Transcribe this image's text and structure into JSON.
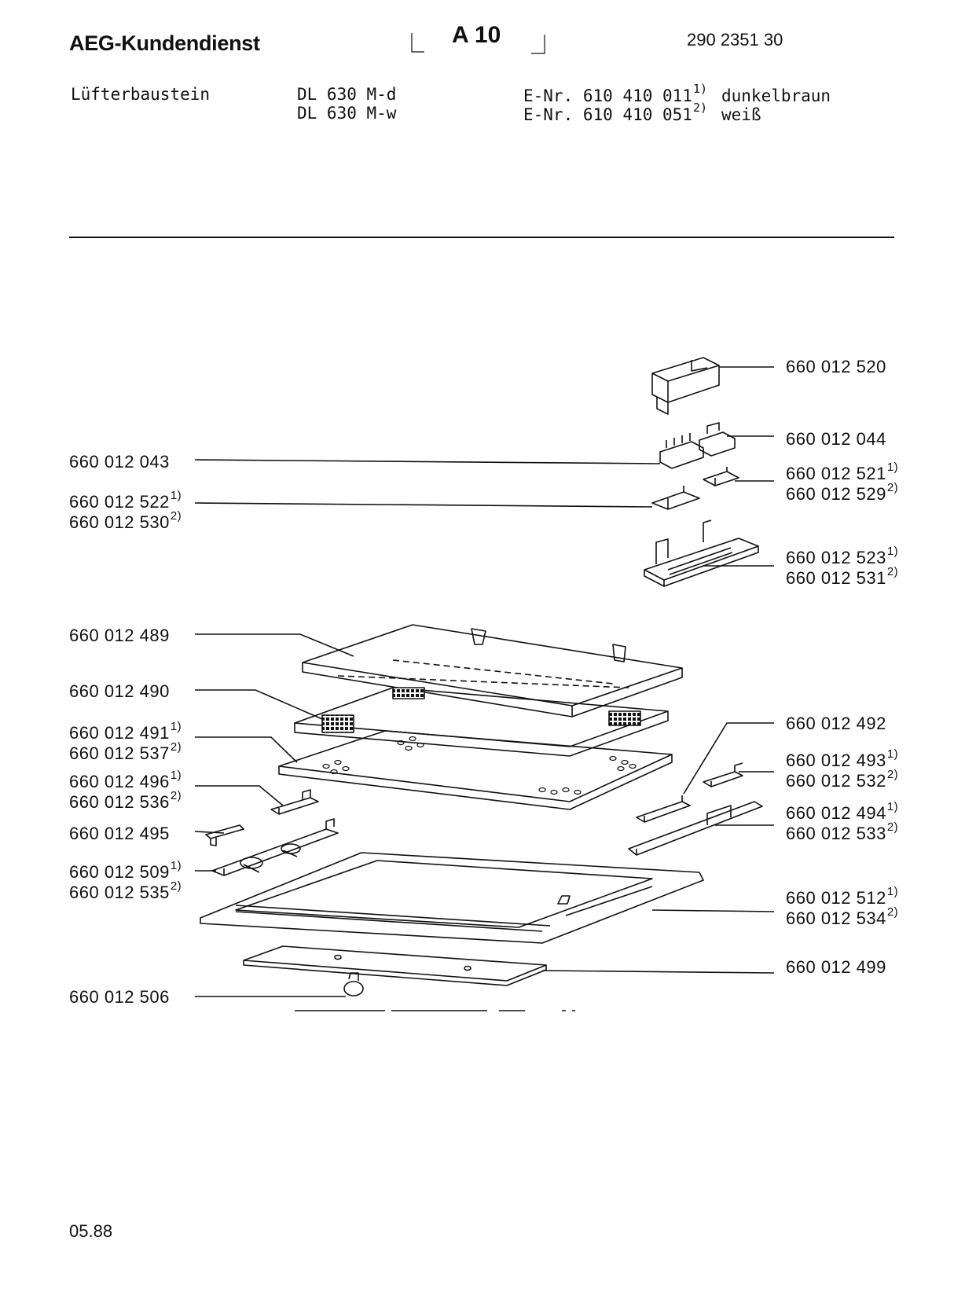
{
  "header": {
    "brand": "AEG-Kundendienst",
    "sheet": "A 10",
    "doc_number": "290 2351 30"
  },
  "product": {
    "name": "Lüfterbaustein",
    "model_1": "DL 630 M-d",
    "model_2": "DL 630 M-w",
    "enr_1": "E-Nr. 610 410 011",
    "enr_1_note": "1)",
    "enr_2": "E-Nr. 610 410 051",
    "enr_2_note": "2)",
    "color_1": "dunkelbraun",
    "color_2": "weiß"
  },
  "parts_left": [
    {
      "line1": "660 012 043",
      "note1": "",
      "line2": "",
      "note2": ""
    },
    {
      "line1": "660 012 522",
      "note1": "1)",
      "line2": "660 012 530",
      "note2": "2)"
    },
    {
      "line1": "660 012 489",
      "note1": "",
      "line2": "",
      "note2": ""
    },
    {
      "line1": "660 012 490",
      "note1": "",
      "line2": "",
      "note2": ""
    },
    {
      "line1": "660 012 491",
      "note1": "1)",
      "line2": "660 012 537",
      "note2": "2)"
    },
    {
      "line1": "660 012 496",
      "note1": "1)",
      "line2": "660 012 536",
      "note2": "2)"
    },
    {
      "line1": "660 012 495",
      "note1": "",
      "line2": "",
      "note2": ""
    },
    {
      "line1": "660 012 509",
      "note1": "1)",
      "line2": "660 012 535",
      "note2": "2)"
    },
    {
      "line1": "660 012 506",
      "note1": "",
      "line2": "",
      "note2": ""
    }
  ],
  "parts_right": [
    {
      "line1": "660 012 520",
      "note1": "",
      "line2": "",
      "note2": ""
    },
    {
      "line1": "660 012 044",
      "note1": "",
      "line2": "",
      "note2": ""
    },
    {
      "line1": "660 012 521",
      "note1": "1)",
      "line2": "660 012 529",
      "note2": "2)"
    },
    {
      "line1": "660 012 523",
      "note1": "1)",
      "line2": "660 012 531",
      "note2": "2)"
    },
    {
      "line1": "660 012 492",
      "note1": "",
      "line2": "",
      "note2": ""
    },
    {
      "line1": "660 012 493",
      "note1": "1)",
      "line2": "660 012 532",
      "note2": "2)"
    },
    {
      "line1": "660 012 494",
      "note1": "1)",
      "line2": "660 012 533",
      "note2": "2)"
    },
    {
      "line1": "660 012 512",
      "note1": "1)",
      "line2": "660 012 534",
      "note2": "2)"
    },
    {
      "line1": "660 012 499",
      "note1": "",
      "line2": "",
      "note2": ""
    }
  ],
  "footer": {
    "date": "05.88"
  }
}
